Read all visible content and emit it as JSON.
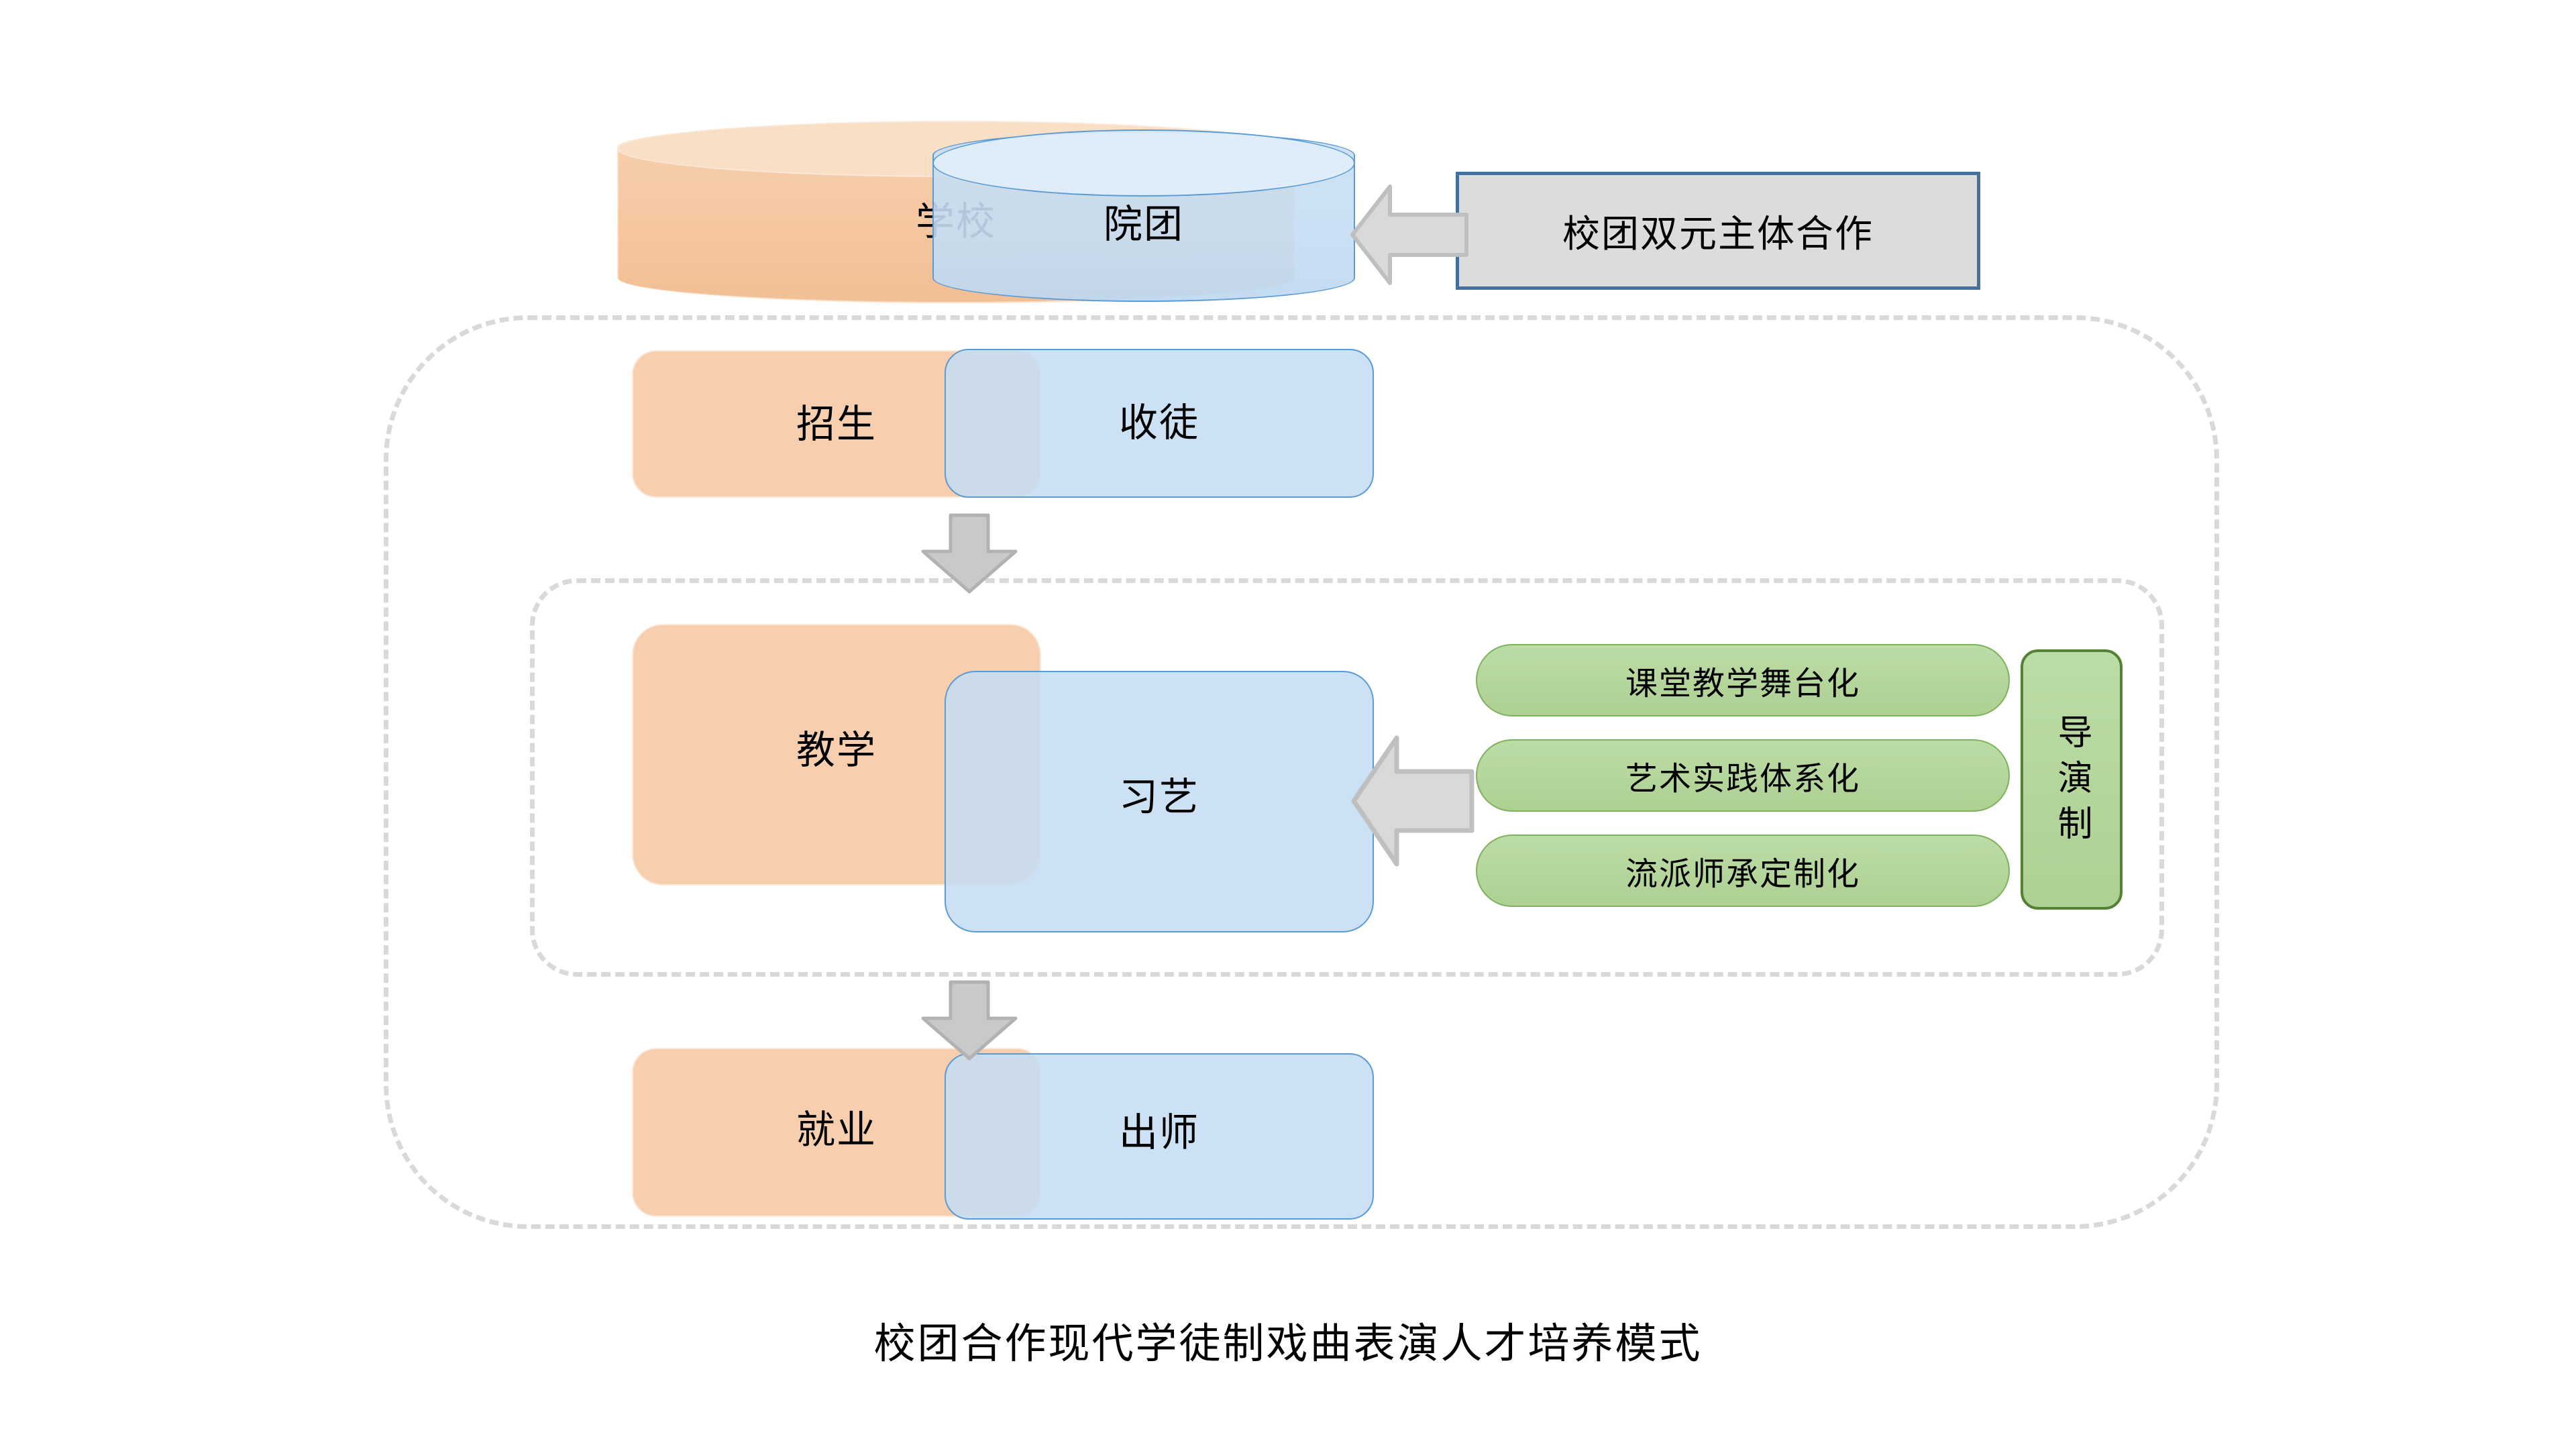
{
  "diagram": {
    "caption": "校团合作现代学徒制戏曲表演人才培养模式",
    "row1": {
      "left_label": "学校",
      "right_label": "院团",
      "callout": "校团双元主体合作"
    },
    "row2": {
      "left_label": "招生",
      "right_label": "收徒"
    },
    "row3": {
      "left_label": "教学",
      "right_label": "习艺",
      "pills": [
        "课堂教学舞台化",
        "艺术实践体系化",
        "流派师承定制化"
      ],
      "side_box": "导演制"
    },
    "row4": {
      "left_label": "就业",
      "right_label": "出师"
    },
    "colors": {
      "orange_fill": "#f7cfae",
      "blue_fill": "#c5ddf3",
      "blue_stroke": "#5b9bd5",
      "green_fill": "#aed092",
      "green_stroke": "#7fb25e",
      "green_dark_stroke": "#548235",
      "grey_fill": "#dcdcdc",
      "grey_arrow": "#d0d0d0",
      "grey_arrow_stroke": "#b2b2b2",
      "dash_stroke": "#d9d9d9",
      "callout_stroke": "#41719c"
    }
  }
}
